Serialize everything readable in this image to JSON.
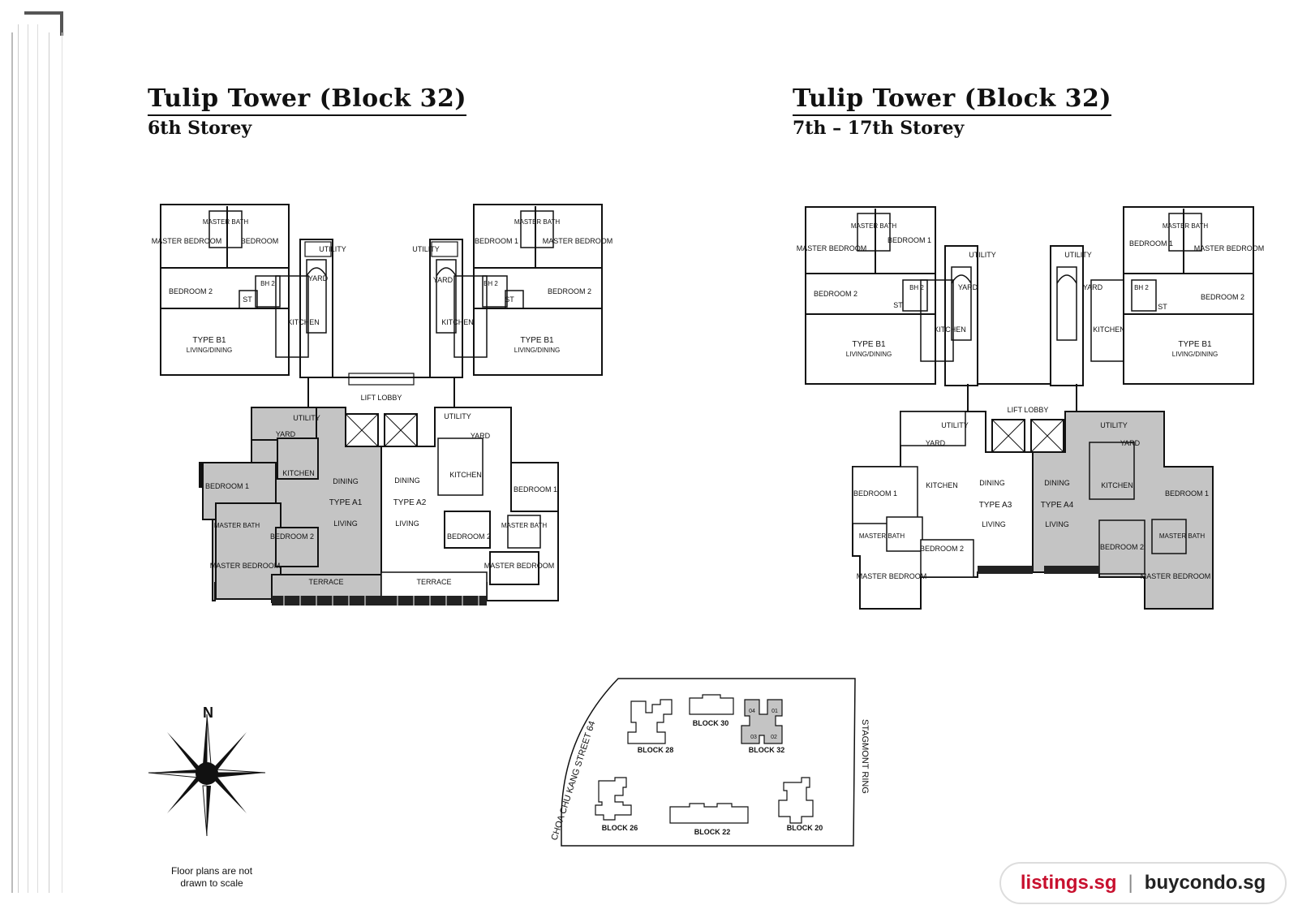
{
  "left_plan": {
    "title": "Tulip Tower (Block 32)",
    "subtitle": "6th Storey",
    "labels": {
      "master_bath": "MASTER BATH",
      "master_bedroom": "MASTER BEDROOM",
      "bedroom": "BEDROOM",
      "bedroom1": "BEDROOM 1",
      "bedroom2": "BEDROOM 2",
      "bh2": "BH 2",
      "st": "ST",
      "utility": "UTILITY",
      "yard": "YARD",
      "kitchen": "KITCHEN",
      "type_b1": "TYPE B1",
      "living_dining": "LIVING/DINING",
      "lift_lobby": "LIFT LOBBY",
      "dining": "DINING",
      "living": "LIVING",
      "type_a1": "TYPE A1",
      "type_a2": "TYPE A2",
      "terrace": "TERRACE"
    }
  },
  "right_plan": {
    "title": "Tulip Tower (Block 32)",
    "subtitle": "7th – 17th Storey",
    "labels": {
      "master_bath": "MASTER BATH",
      "master_bedroom": "MASTER BEDROOM",
      "bedroom1": "BEDROOM 1",
      "bedroom2": "BEDROOM 2",
      "bh2": "BH 2",
      "st": "ST",
      "utility": "UTILITY",
      "yard": "YARD",
      "kitchen": "KITCHEN",
      "type_b1": "TYPE B1",
      "living_dining": "LIVING/DINING",
      "lift_lobby": "LIFT LOBBY",
      "dining": "DINING",
      "living": "LIVING",
      "type_a3": "TYPE A3",
      "type_a4": "TYPE A4"
    }
  },
  "compass": {
    "north": "N"
  },
  "scale_note": {
    "line1": "Floor plans are not",
    "line2": "drawn to scale"
  },
  "site_plan": {
    "street_left": "CHOA CHU KANG STREET 64",
    "street_right": "STAGMONT RING",
    "blocks": {
      "b28": "BLOCK 28",
      "b30": "BLOCK 30",
      "b32": "BLOCK 32",
      "b26": "BLOCK 26",
      "b22": "BLOCK 22",
      "b20": "BLOCK 20"
    },
    "unit_numbers": [
      "04",
      "01",
      "03",
      "02"
    ]
  },
  "footer": {
    "brand1": "listings.sg",
    "separator": "|",
    "brand2": "buycondo.sg"
  },
  "colors": {
    "highlight_fill": "#c4c4c4",
    "line": "#111111",
    "brand_red": "#c8102e"
  }
}
